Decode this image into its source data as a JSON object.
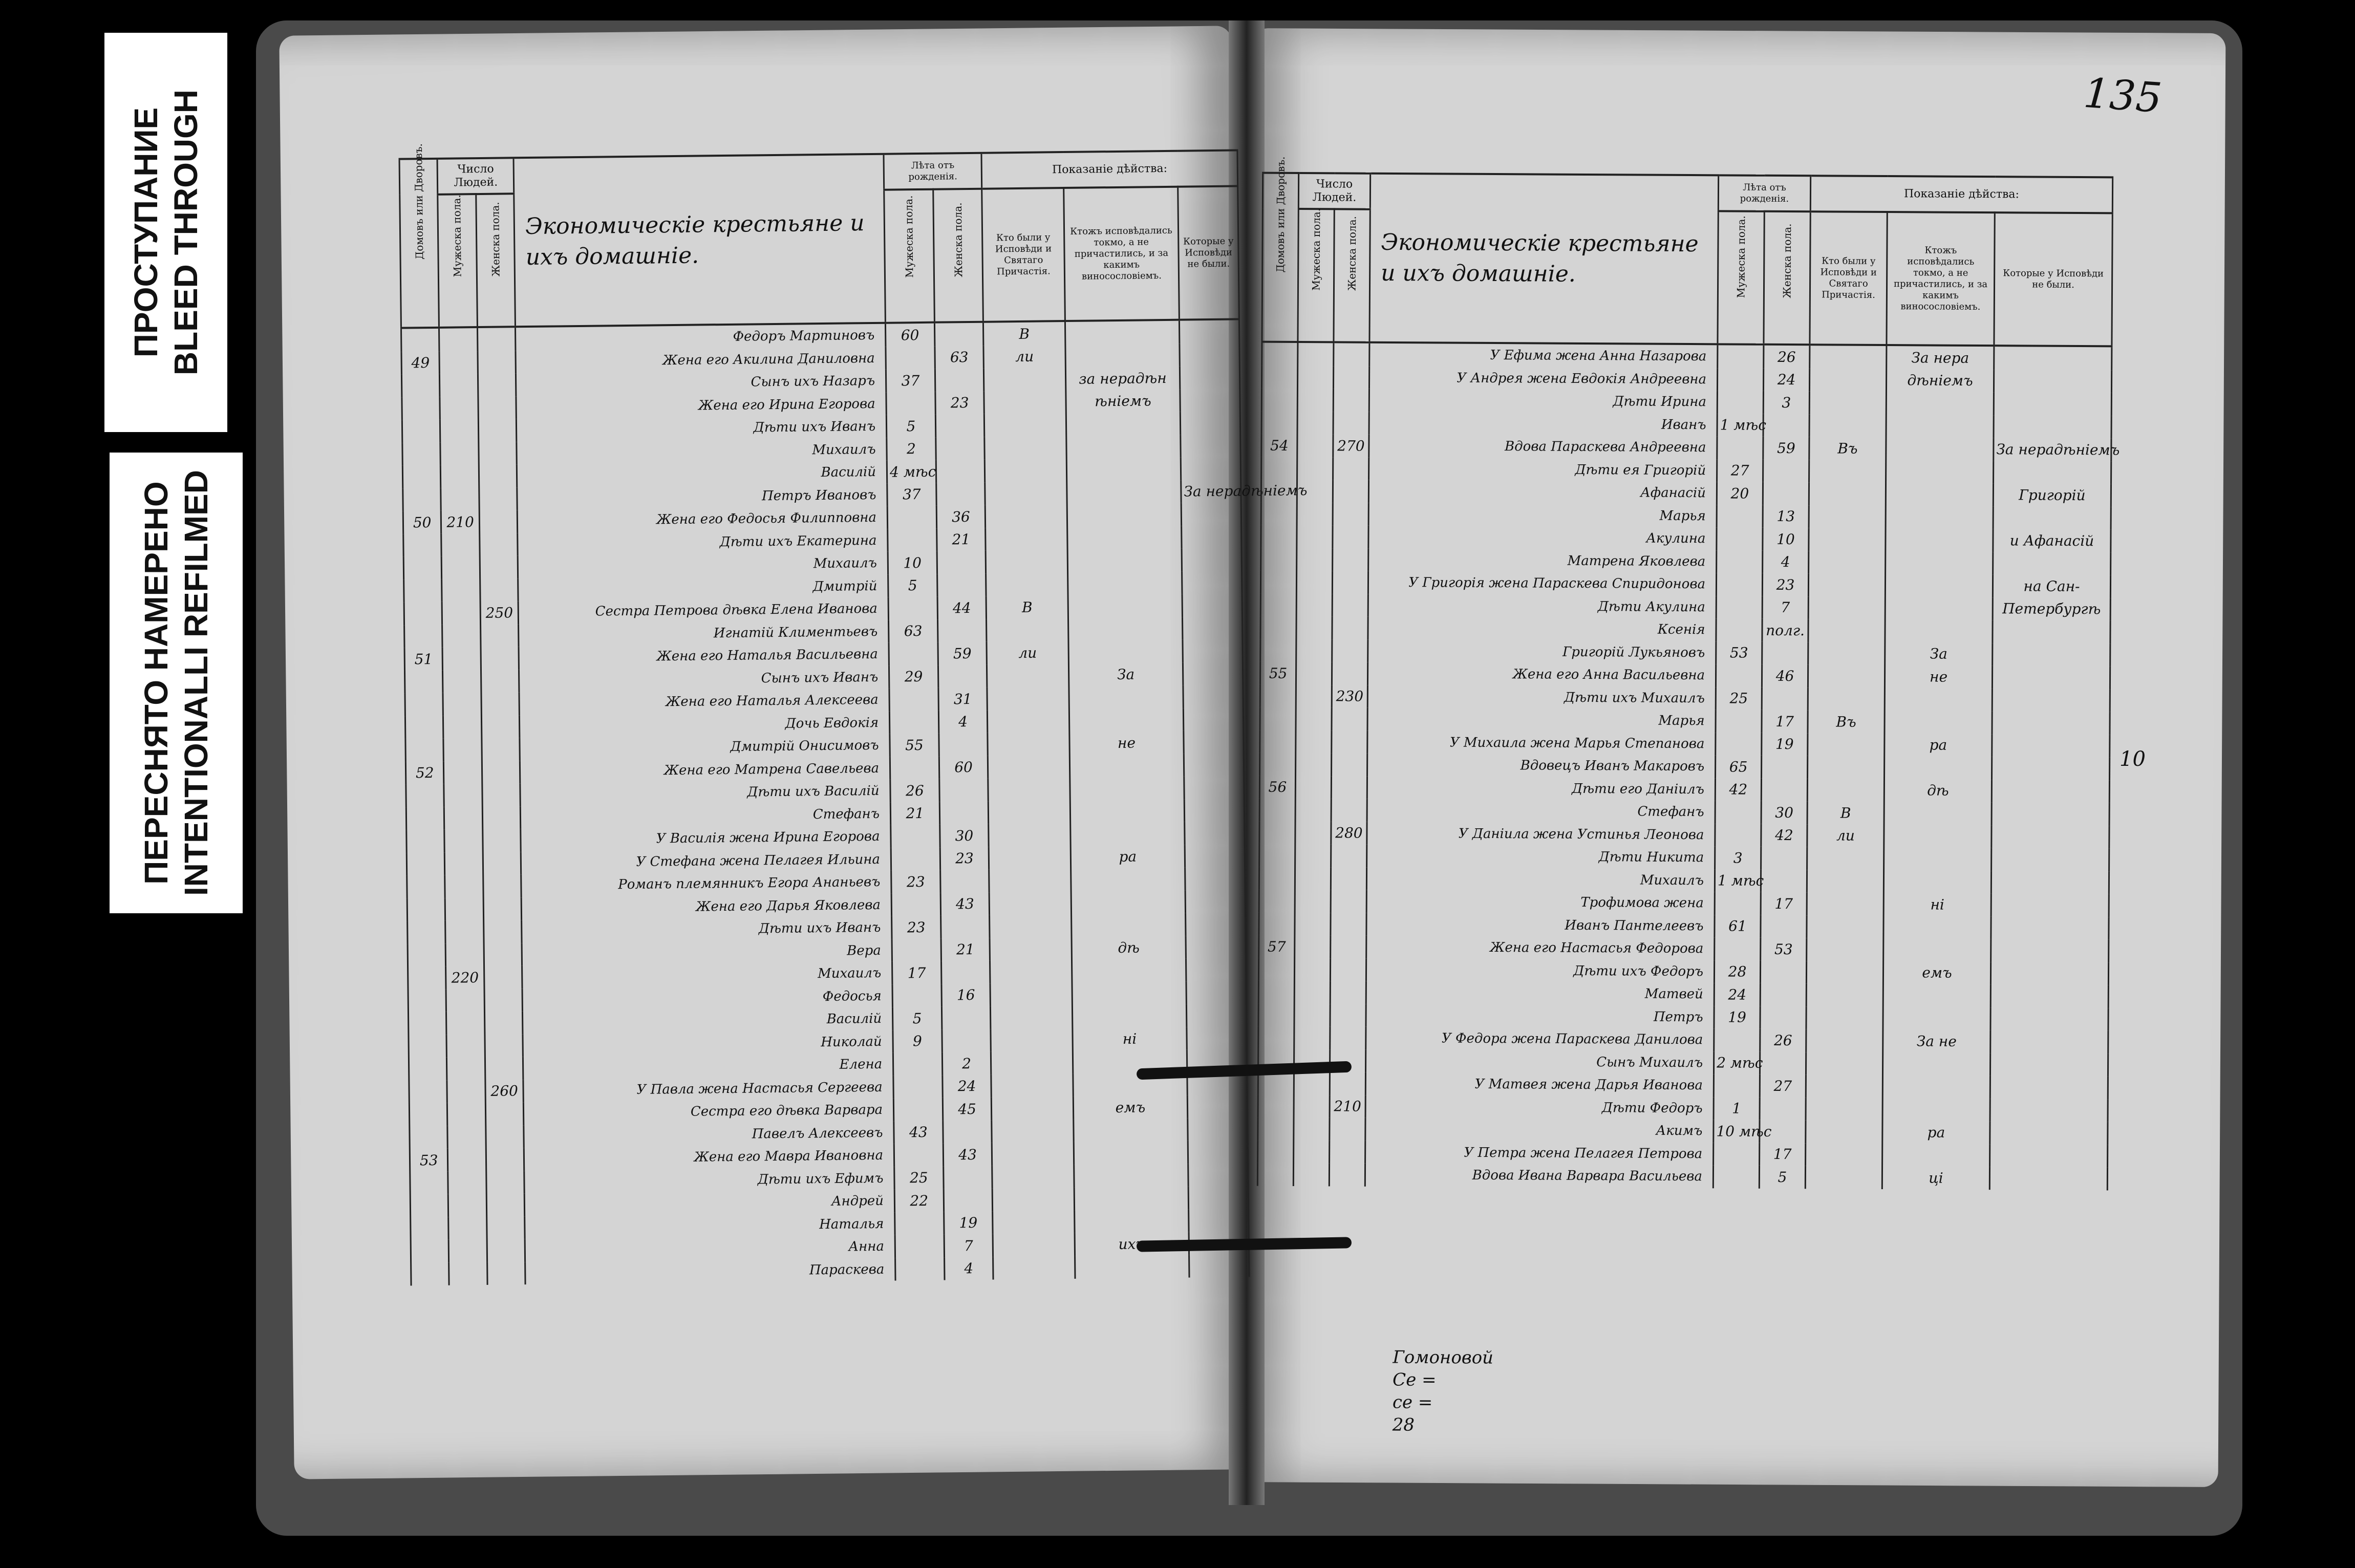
{
  "labels": {
    "label1": [
      "ПРОСТУПАНИЕ",
      "BLEED THROUGH"
    ],
    "label2": [
      "ПЕРЕСНЯТО НАМЕРЕНО",
      "INTENTIONALLI REFILMED"
    ]
  },
  "page_number": "135",
  "headers": {
    "chislo": "Число",
    "lyudey": "Людей.",
    "domov": "Домовъ или Дворовъ.",
    "muzh": "Мужеска пола.",
    "zhen": "Женска пола.",
    "leta": "Лѣта отъ рожденія.",
    "leta_m": "Мужеска пола.",
    "leta_zh": "Женска пола.",
    "pokazanie": "Показаніе дѣйства:",
    "col_a": "Кто были у Исповѣди и Святаго Причастія.",
    "col_b": "Ктожъ исповѣдались токмо, а не причастились, и за какимъ виносословіемъ.",
    "col_c": "Которые у Исповѣди не были."
  },
  "left_page": {
    "title": "Экономическіе крестьяне и ихъ домашніе.",
    "rows": [
      {
        "dom": "",
        "m": "",
        "z": "",
        "name": "Федоръ Мартиновъ",
        "lm": "60",
        "lz": "",
        "a": "В",
        "b": "",
        "c": ""
      },
      {
        "dom": "49",
        "m": "",
        "z": "",
        "name": "Жена его Акилина Даниловна",
        "lm": "",
        "lz": "63",
        "a": "ли",
        "b": "",
        "c": ""
      },
      {
        "dom": "",
        "m": "",
        "z": "",
        "name": "Сынъ ихъ Назаръ",
        "lm": "37",
        "lz": "",
        "a": "",
        "b": "за нерадѣн",
        "c": ""
      },
      {
        "dom": "",
        "m": "",
        "z": "",
        "name": "Жена его Ирина Егорова",
        "lm": "",
        "lz": "23",
        "a": "",
        "b": "ѣніемъ",
        "c": ""
      },
      {
        "dom": "",
        "m": "",
        "z": "",
        "name": "Дѣти ихъ Иванъ",
        "lm": "5",
        "lz": "",
        "a": "",
        "b": "",
        "c": ""
      },
      {
        "dom": "",
        "m": "",
        "z": "",
        "name": "Михаилъ",
        "lm": "2",
        "lz": "",
        "a": "",
        "b": "",
        "c": ""
      },
      {
        "dom": "",
        "m": "",
        "z": "",
        "name": "Василій",
        "lm": "4 мѣс",
        "lz": "",
        "a": "",
        "b": "",
        "c": ""
      },
      {
        "dom": "",
        "m": "",
        "z": "",
        "name": "Петръ Ивановъ",
        "lm": "37",
        "lz": "",
        "a": "",
        "b": "",
        "c": "За нерадѣніемъ"
      },
      {
        "dom": "50",
        "m": "210",
        "z": "",
        "name": "Жена его Федосья Филипповна",
        "lm": "",
        "lz": "36",
        "a": "",
        "b": "",
        "c": ""
      },
      {
        "dom": "",
        "m": "",
        "z": "",
        "name": "Дѣти ихъ Екатерина",
        "lm": "",
        "lz": "21",
        "a": "",
        "b": "",
        "c": ""
      },
      {
        "dom": "",
        "m": "",
        "z": "",
        "name": "Михаилъ",
        "lm": "10",
        "lz": "",
        "a": "",
        "b": "",
        "c": ""
      },
      {
        "dom": "",
        "m": "",
        "z": "",
        "name": "Дмитрій",
        "lm": "5",
        "lz": "",
        "a": "",
        "b": "",
        "c": ""
      },
      {
        "dom": "",
        "m": "",
        "z": "250",
        "name": "Сестра Петрова дѣвка Елена Иванова",
        "lm": "",
        "lz": "44",
        "a": "В",
        "b": "",
        "c": ""
      },
      {
        "dom": "",
        "m": "",
        "z": "",
        "name": "Игнатій Климентьевъ",
        "lm": "63",
        "lz": "",
        "a": "",
        "b": "",
        "c": ""
      },
      {
        "dom": "51",
        "m": "",
        "z": "",
        "name": "Жена его Наталья Васильевна",
        "lm": "",
        "lz": "59",
        "a": "ли",
        "b": "",
        "c": ""
      },
      {
        "dom": "",
        "m": "",
        "z": "",
        "name": "Сынъ ихъ Иванъ",
        "lm": "29",
        "lz": "",
        "a": "",
        "b": "За",
        "c": ""
      },
      {
        "dom": "",
        "m": "",
        "z": "",
        "name": "Жена его Наталья Алексеева",
        "lm": "",
        "lz": "31",
        "a": "",
        "b": "",
        "c": ""
      },
      {
        "dom": "",
        "m": "",
        "z": "",
        "name": "Дочь Евдокія",
        "lm": "",
        "lz": "4",
        "a": "",
        "b": "",
        "c": ""
      },
      {
        "dom": "",
        "m": "",
        "z": "",
        "name": "Дмитрій Онисимовъ",
        "lm": "55",
        "lz": "",
        "a": "",
        "b": "не",
        "c": ""
      },
      {
        "dom": "52",
        "m": "",
        "z": "",
        "name": "Жена его Матрена Савельева",
        "lm": "",
        "lz": "60",
        "a": "",
        "b": "",
        "c": ""
      },
      {
        "dom": "",
        "m": "",
        "z": "",
        "name": "Дѣти ихъ Василій",
        "lm": "26",
        "lz": "",
        "a": "",
        "b": "",
        "c": ""
      },
      {
        "dom": "",
        "m": "",
        "z": "",
        "name": "Стефанъ",
        "lm": "21",
        "lz": "",
        "a": "",
        "b": "",
        "c": ""
      },
      {
        "dom": "",
        "m": "",
        "z": "",
        "name": "У Василія жена Ирина Егорова",
        "lm": "",
        "lz": "30",
        "a": "",
        "b": "",
        "c": ""
      },
      {
        "dom": "",
        "m": "",
        "z": "",
        "name": "У Стефана жена Пелагея Ильина",
        "lm": "",
        "lz": "23",
        "a": "",
        "b": "ра",
        "c": ""
      },
      {
        "dom": "",
        "m": "",
        "z": "",
        "name": "Романъ племянникъ Егора Ананьевъ",
        "lm": "23",
        "lz": "",
        "a": "",
        "b": "",
        "c": ""
      },
      {
        "dom": "",
        "m": "",
        "z": "",
        "name": "Жена его Дарья Яковлева",
        "lm": "",
        "lz": "43",
        "a": "",
        "b": "",
        "c": ""
      },
      {
        "dom": "",
        "m": "",
        "z": "",
        "name": "Дѣти ихъ Иванъ",
        "lm": "23",
        "lz": "",
        "a": "",
        "b": "",
        "c": ""
      },
      {
        "dom": "",
        "m": "",
        "z": "",
        "name": "Вера",
        "lm": "",
        "lz": "21",
        "a": "",
        "b": "дѣ",
        "c": ""
      },
      {
        "dom": "",
        "m": "220",
        "z": "",
        "name": "Михаилъ",
        "lm": "17",
        "lz": "",
        "a": "",
        "b": "",
        "c": ""
      },
      {
        "dom": "",
        "m": "",
        "z": "",
        "name": "Федосья",
        "lm": "",
        "lz": "16",
        "a": "",
        "b": "",
        "c": ""
      },
      {
        "dom": "",
        "m": "",
        "z": "",
        "name": "Василій",
        "lm": "5",
        "lz": "",
        "a": "",
        "b": "",
        "c": ""
      },
      {
        "dom": "",
        "m": "",
        "z": "",
        "name": "Николай",
        "lm": "9",
        "lz": "",
        "a": "",
        "b": "ні",
        "c": ""
      },
      {
        "dom": "",
        "m": "",
        "z": "",
        "name": "Елена",
        "lm": "",
        "lz": "2",
        "a": "",
        "b": "",
        "c": ""
      },
      {
        "dom": "",
        "m": "",
        "z": "260",
        "name": "У Павла жена Настасья Сергеева",
        "lm": "",
        "lz": "24",
        "a": "",
        "b": "",
        "c": ""
      },
      {
        "dom": "",
        "m": "",
        "z": "",
        "name": "Сестра его дѣвка Варвара",
        "lm": "",
        "lz": "45",
        "a": "",
        "b": "емъ",
        "c": ""
      },
      {
        "dom": "",
        "m": "",
        "z": "",
        "name": "Павелъ Алексеевъ",
        "lm": "43",
        "lz": "",
        "a": "",
        "b": "",
        "c": ""
      },
      {
        "dom": "53",
        "m": "",
        "z": "",
        "name": "Жена его Мавра Ивановна",
        "lm": "",
        "lz": "43",
        "a": "",
        "b": "",
        "c": ""
      },
      {
        "dom": "",
        "m": "",
        "z": "",
        "name": "Дѣти ихъ Ефимъ",
        "lm": "25",
        "lz": "",
        "a": "",
        "b": "",
        "c": ""
      },
      {
        "dom": "",
        "m": "",
        "z": "",
        "name": "Андрей",
        "lm": "22",
        "lz": "",
        "a": "",
        "b": "",
        "c": ""
      },
      {
        "dom": "",
        "m": "",
        "z": "",
        "name": "Наталья",
        "lm": "",
        "lz": "19",
        "a": "",
        "b": "",
        "c": ""
      },
      {
        "dom": "",
        "m": "",
        "z": "",
        "name": "Анна",
        "lm": "",
        "lz": "7",
        "a": "",
        "b": "ихъ",
        "c": ""
      },
      {
        "dom": "",
        "m": "",
        "z": "",
        "name": "Параскева",
        "lm": "",
        "lz": "4",
        "a": "",
        "b": "",
        "c": ""
      }
    ]
  },
  "right_page": {
    "title": "Экономическіе крестьяне и ихъ домашніе.",
    "rows": [
      {
        "dom": "",
        "m": "",
        "z": "",
        "name": "У Ефима жена Анна Назарова",
        "lm": "",
        "lz": "26",
        "a": "",
        "b": "За нера",
        "c": ""
      },
      {
        "dom": "",
        "m": "",
        "z": "",
        "name": "У Андрея жена Евдокія Андреевна",
        "lm": "",
        "lz": "24",
        "a": "",
        "b": "дѣніемъ",
        "c": ""
      },
      {
        "dom": "",
        "m": "",
        "z": "",
        "name": "Дѣти Ирина",
        "lm": "",
        "lz": "3",
        "a": "",
        "b": "",
        "c": ""
      },
      {
        "dom": "",
        "m": "",
        "z": "",
        "name": "Иванъ",
        "lm": "1 мѣс",
        "lz": "",
        "a": "",
        "b": "",
        "c": ""
      },
      {
        "dom": "54",
        "m": "",
        "z": "270",
        "name": "Вдова Параскева Андреевна",
        "lm": "",
        "lz": "59",
        "a": "Въ",
        "b": "",
        "c": "За нерадѣніемъ"
      },
      {
        "dom": "",
        "m": "",
        "z": "",
        "name": "Дѣти ея Григорій",
        "lm": "27",
        "lz": "",
        "a": "",
        "b": "",
        "c": ""
      },
      {
        "dom": "",
        "m": "",
        "z": "",
        "name": "Афанасій",
        "lm": "20",
        "lz": "",
        "a": "",
        "b": "",
        "c": "Григорій"
      },
      {
        "dom": "",
        "m": "",
        "z": "",
        "name": "Марья",
        "lm": "",
        "lz": "13",
        "a": "",
        "b": "",
        "c": ""
      },
      {
        "dom": "",
        "m": "",
        "z": "",
        "name": "Акулина",
        "lm": "",
        "lz": "10",
        "a": "",
        "b": "",
        "c": "и Афанасій"
      },
      {
        "dom": "",
        "m": "",
        "z": "",
        "name": "Матрена Яковлева",
        "lm": "",
        "lz": "4",
        "a": "",
        "b": "",
        "c": ""
      },
      {
        "dom": "",
        "m": "",
        "z": "",
        "name": "У Григорія жена Параскева Спиридонова",
        "lm": "",
        "lz": "23",
        "a": "",
        "b": "",
        "c": "на Сан-"
      },
      {
        "dom": "",
        "m": "",
        "z": "",
        "name": "Дѣти Акулина",
        "lm": "",
        "lz": "7",
        "a": "",
        "b": "",
        "c": "Петербургѣ"
      },
      {
        "dom": "",
        "m": "",
        "z": "",
        "name": "Ксенія",
        "lm": "",
        "lz": "полг.",
        "a": "",
        "b": "",
        "c": ""
      },
      {
        "dom": "",
        "m": "",
        "z": "",
        "name": "Григорій Лукьяновъ",
        "lm": "53",
        "lz": "",
        "a": "",
        "b": "За",
        "c": ""
      },
      {
        "dom": "55",
        "m": "",
        "z": "",
        "name": "Жена его Анна Васильевна",
        "lm": "",
        "lz": "46",
        "a": "",
        "b": "не",
        "c": ""
      },
      {
        "dom": "",
        "m": "",
        "z": "230",
        "name": "Дѣти ихъ Михаилъ",
        "lm": "25",
        "lz": "",
        "a": "",
        "b": "",
        "c": ""
      },
      {
        "dom": "",
        "m": "",
        "z": "",
        "name": "Марья",
        "lm": "",
        "lz": "17",
        "a": "Въ",
        "b": "",
        "c": ""
      },
      {
        "dom": "",
        "m": "",
        "z": "",
        "name": "У Михаила жена Марья Степанова",
        "lm": "",
        "lz": "19",
        "a": "",
        "b": "ра",
        "c": ""
      },
      {
        "dom": "",
        "m": "",
        "z": "",
        "name": "Вдовецъ Иванъ Макаровъ",
        "lm": "65",
        "lz": "",
        "a": "",
        "b": "",
        "c": ""
      },
      {
        "dom": "56",
        "m": "",
        "z": "",
        "name": "Дѣти его Даніилъ",
        "lm": "42",
        "lz": "",
        "a": "",
        "b": "дѣ",
        "c": ""
      },
      {
        "dom": "",
        "m": "",
        "z": "",
        "name": "Стефанъ",
        "lm": "",
        "lz": "30",
        "a": "В",
        "b": "",
        "c": ""
      },
      {
        "dom": "",
        "m": "",
        "z": "280",
        "name": "У Даніила жена Устинья Леонова",
        "lm": "",
        "lz": "42",
        "a": "ли",
        "b": "",
        "c": ""
      },
      {
        "dom": "",
        "m": "",
        "z": "",
        "name": "Дѣти Никита",
        "lm": "3",
        "lz": "",
        "a": "",
        "b": "",
        "c": ""
      },
      {
        "dom": "",
        "m": "",
        "z": "",
        "name": "Михаилъ",
        "lm": "1 мѣс",
        "lz": "",
        "a": "",
        "b": "",
        "c": ""
      },
      {
        "dom": "",
        "m": "",
        "z": "",
        "name": "Трофимова жена",
        "lm": "",
        "lz": "17",
        "a": "",
        "b": "ні",
        "c": ""
      },
      {
        "dom": "",
        "m": "",
        "z": "",
        "name": "Иванъ Пантелеевъ",
        "lm": "61",
        "lz": "",
        "a": "",
        "b": "",
        "c": ""
      },
      {
        "dom": "57",
        "m": "",
        "z": "",
        "name": "Жена его Настасья Федорова",
        "lm": "",
        "lz": "53",
        "a": "",
        "b": "",
        "c": ""
      },
      {
        "dom": "",
        "m": "",
        "z": "",
        "name": "Дѣти ихъ Федоръ",
        "lm": "28",
        "lz": "",
        "a": "",
        "b": "емъ",
        "c": ""
      },
      {
        "dom": "",
        "m": "",
        "z": "",
        "name": "Матвей",
        "lm": "24",
        "lz": "",
        "a": "",
        "b": "",
        "c": ""
      },
      {
        "dom": "",
        "m": "",
        "z": "",
        "name": "Петръ",
        "lm": "19",
        "lz": "",
        "a": "",
        "b": "",
        "c": ""
      },
      {
        "dom": "",
        "m": "",
        "z": "",
        "name": "У Федора жена Параскева Данилова",
        "lm": "",
        "lz": "26",
        "a": "",
        "b": "За не",
        "c": ""
      },
      {
        "dom": "",
        "m": "",
        "z": "",
        "name": "Сынъ Михаилъ",
        "lm": "2 мѣс",
        "lz": "",
        "a": "",
        "b": "",
        "c": ""
      },
      {
        "dom": "",
        "m": "",
        "z": "",
        "name": "У Матвея жена Дарья Иванова",
        "lm": "",
        "lz": "27",
        "a": "",
        "b": "",
        "c": ""
      },
      {
        "dom": "",
        "m": "",
        "z": "210",
        "name": "Дѣти Федоръ",
        "lm": "1",
        "lz": "",
        "a": "",
        "b": "",
        "c": ""
      },
      {
        "dom": "",
        "m": "",
        "z": "",
        "name": "Акимъ",
        "lm": "10 мѣс",
        "lz": "",
        "a": "",
        "b": "ра",
        "c": ""
      },
      {
        "dom": "",
        "m": "",
        "z": "",
        "name": "У Петра жена Пелагея Петрова",
        "lm": "",
        "lz": "17",
        "a": "",
        "b": "",
        "c": ""
      },
      {
        "dom": "",
        "m": "",
        "z": "",
        "name": "Вдова Ивана Варвара Васильева",
        "lm": "",
        "lz": "5",
        "a": "",
        "b": "ці",
        "c": ""
      }
    ],
    "notes": [
      "Гомоновой",
      "Се =",
      "се =",
      "28"
    ],
    "margin_note": "10"
  }
}
